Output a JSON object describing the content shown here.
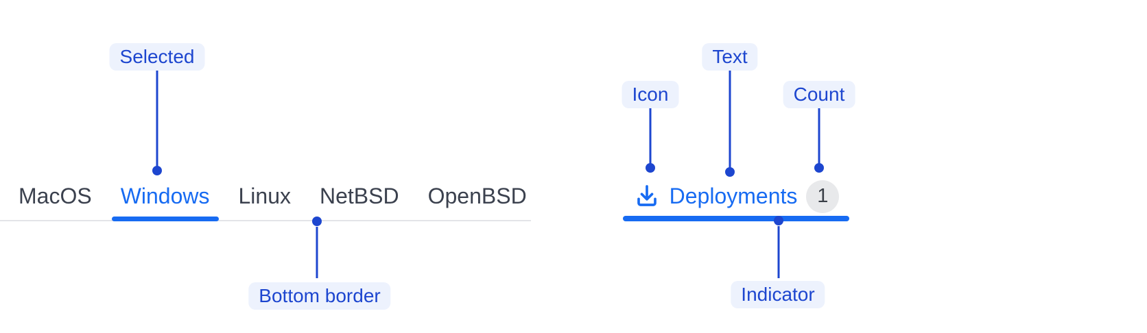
{
  "colors": {
    "tab_accent": "#176BF2",
    "annotation_accent": "#1D46CF",
    "annotation_pill_bg": "#EDF2FD",
    "tab_text": "#3B414E",
    "tabbar_border": "#E3E4E8",
    "badge_bg": "#E8E9EB",
    "badge_text": "#3A3F47"
  },
  "os_tabs": {
    "items": [
      {
        "label": "MacOS",
        "selected": false
      },
      {
        "label": "Windows",
        "selected": true
      },
      {
        "label": "Linux",
        "selected": false
      },
      {
        "label": "NetBSD",
        "selected": false
      },
      {
        "label": "OpenBSD",
        "selected": false
      }
    ]
  },
  "deployments_tab": {
    "icon": "download-icon",
    "label": "Deployments",
    "count": "1",
    "selected": true
  },
  "annotations": {
    "selected": {
      "label": "Selected"
    },
    "bottom_border": {
      "label": "Bottom border"
    },
    "icon": {
      "label": "Icon"
    },
    "text": {
      "label": "Text"
    },
    "count": {
      "label": "Count"
    },
    "indicator": {
      "label": "Indicator"
    }
  }
}
